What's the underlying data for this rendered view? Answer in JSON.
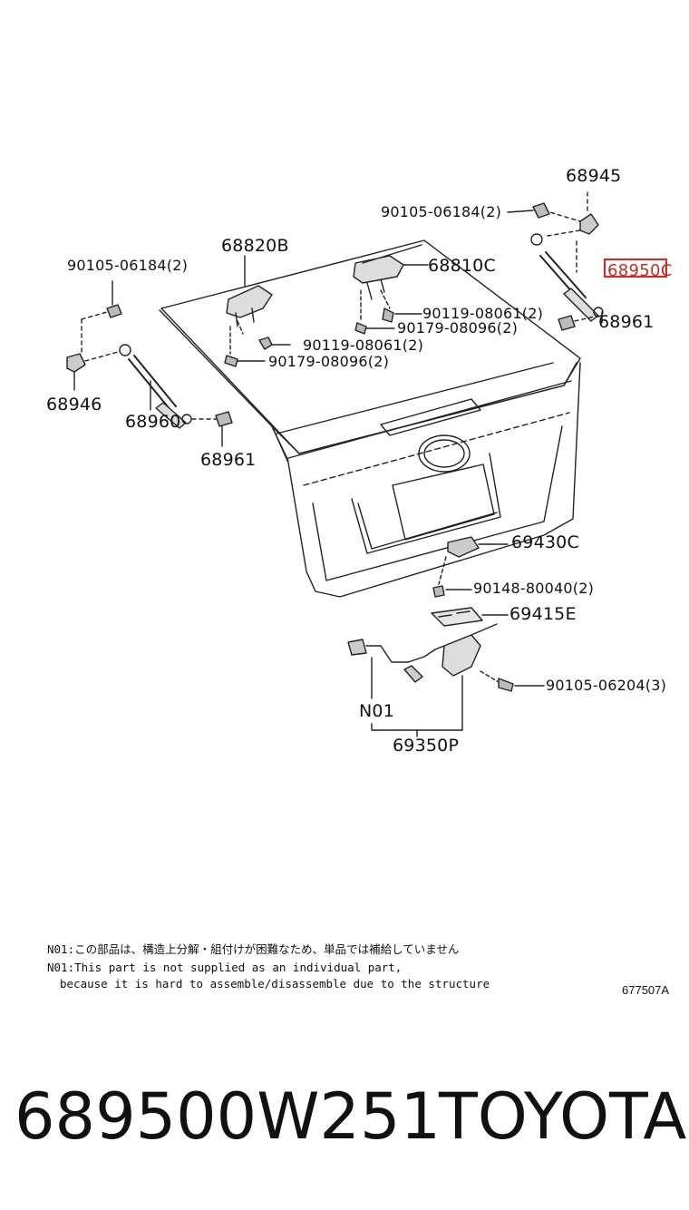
{
  "labels": {
    "p68945": "68945",
    "p90105_06184_right": "90105-06184(2)",
    "p68950c": "68950C",
    "p68820b": "68820B",
    "p68810c": "68810C",
    "p90105_06184_left": "90105-06184(2)",
    "p90119_08061_right": "90119-08061(2)",
    "p90179_08096_right": "90179-08096(2)",
    "p68961_right": "68961",
    "p90119_08061_left": "90119-08061(2)",
    "p90179_08096_left": "90179-08096(2)",
    "p68946": "68946",
    "p68960": "68960",
    "p68961_left": "68961",
    "p69430c": "69430C",
    "p90148_80040": "90148-80040(2)",
    "p69415e": "69415E",
    "p90105_06204": "90105-06204(3)",
    "n01": "N01",
    "p69350p": "69350P"
  },
  "notes": {
    "line1": "N01:この部品は、構造上分解・組付けが困難なため、単品では補給していません",
    "line2": "N01:This part is not supplied as an individual part,",
    "line3": "because it is hard to assemble/disassemble due to the structure"
  },
  "diagram_code": "677507A",
  "footer": {
    "part_number": "689500W251",
    "brand": "TOYOTA"
  },
  "colors": {
    "line": "#222222",
    "highlight": "#dd2222"
  }
}
